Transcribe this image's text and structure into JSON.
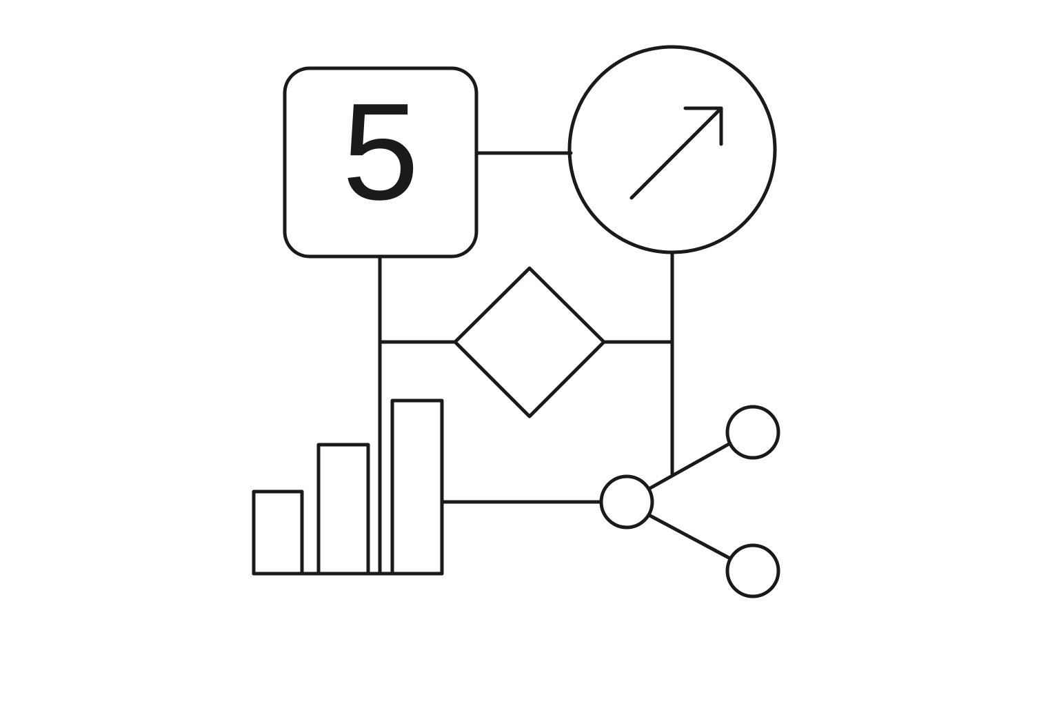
{
  "diagram": {
    "number_box": {
      "value": "5"
    },
    "stroke_color": "#1a1a1a",
    "background_color": "#ffffff",
    "nodes": [
      {
        "id": "number-box",
        "shape": "rounded-square"
      },
      {
        "id": "trend-circle",
        "shape": "circle",
        "icon": "arrow-up-right-icon"
      },
      {
        "id": "decision",
        "shape": "diamond"
      },
      {
        "id": "bar-chart",
        "shape": "bar-chart-icon",
        "bars": 3
      },
      {
        "id": "hub",
        "shape": "small-circle"
      },
      {
        "id": "leaf-top",
        "shape": "small-circle"
      },
      {
        "id": "leaf-bottom",
        "shape": "small-circle"
      }
    ],
    "connections": [
      {
        "from": "number-box",
        "to": "trend-circle"
      },
      {
        "from": "number-box",
        "to": "bar-chart"
      },
      {
        "from": "decision",
        "to": "number-box"
      },
      {
        "from": "decision",
        "to": "trend-circle"
      },
      {
        "from": "trend-circle",
        "to": "hub"
      },
      {
        "from": "bar-chart",
        "to": "hub"
      },
      {
        "from": "hub",
        "to": "leaf-top"
      },
      {
        "from": "hub",
        "to": "leaf-bottom"
      }
    ]
  }
}
